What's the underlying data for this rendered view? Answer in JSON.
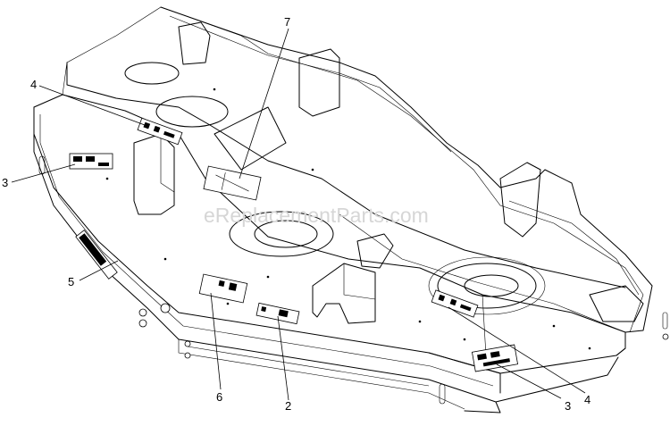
{
  "watermark": "eReplacementParts.com",
  "callouts": [
    {
      "id": "callout-7a",
      "label": "7"
    },
    {
      "id": "callout-4a",
      "label": "4"
    },
    {
      "id": "callout-3a",
      "label": "3"
    },
    {
      "id": "callout-5",
      "label": "5"
    },
    {
      "id": "callout-6",
      "label": "6"
    },
    {
      "id": "callout-2",
      "label": "2"
    },
    {
      "id": "callout-4b",
      "label": "4"
    },
    {
      "id": "callout-3b",
      "label": "3"
    }
  ]
}
